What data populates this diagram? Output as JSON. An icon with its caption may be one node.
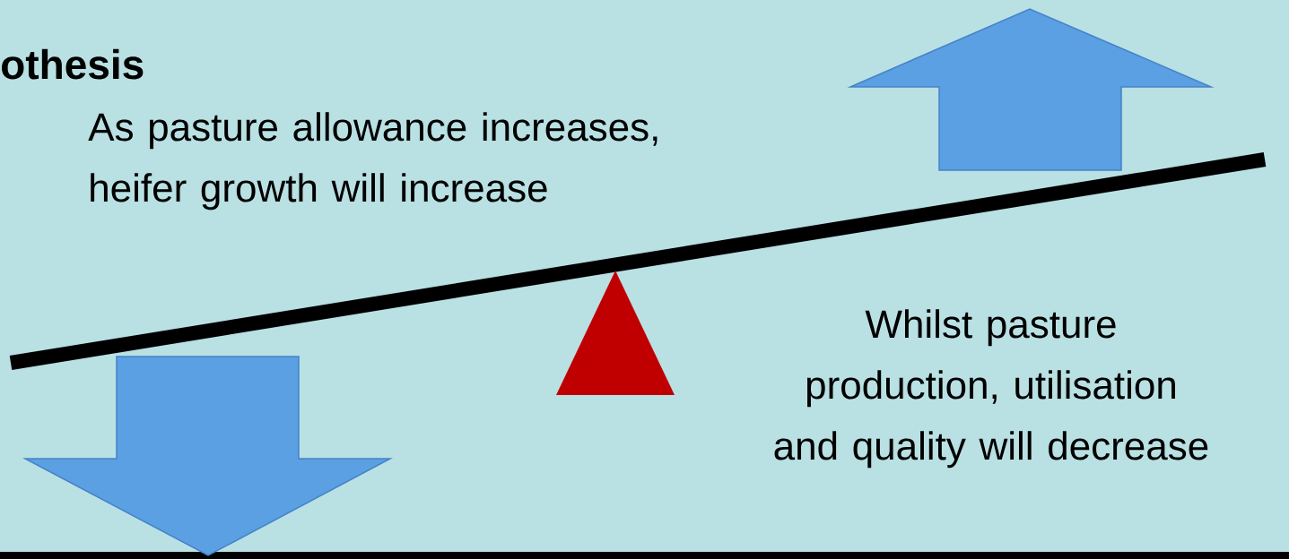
{
  "diagram": {
    "title": "othesis",
    "labels": [
      "As pasture allowance increases, heifer growth will increase",
      "Whilst pasture production, utilisation and quality will decrease"
    ]
  }
}
